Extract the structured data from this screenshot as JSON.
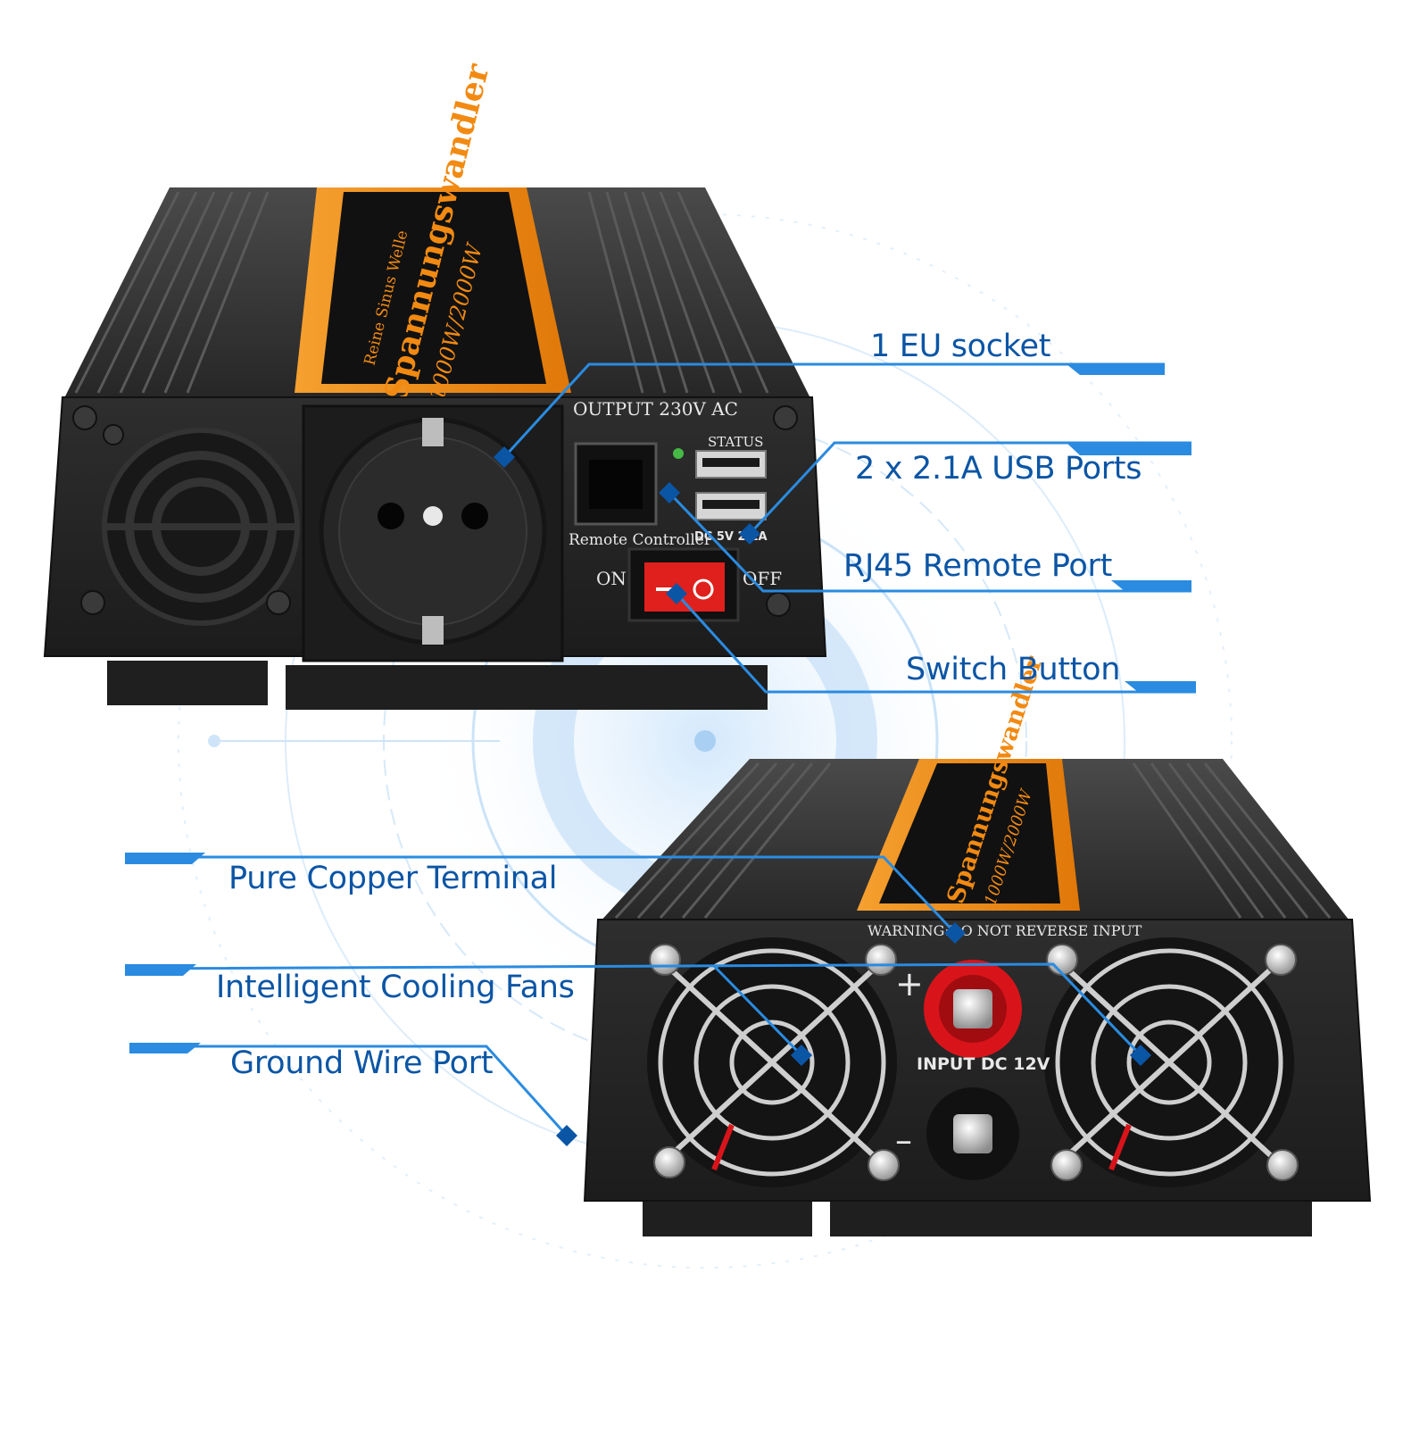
{
  "inverter_front": {
    "label_brand_line": "Reine Sinus Welle",
    "label_product": "Spannungswandler",
    "label_power": "1000W/2000W",
    "output_label": "OUTPUT  230V  AC",
    "status_label": "STATUS",
    "remote_label": "Remote Controller",
    "usb_label": "DC 5V  2.1A",
    "on_label": "ON",
    "off_label": "OFF"
  },
  "inverter_back": {
    "warning_label": "WARNING:DO NOT REVERSE INPUT",
    "input_label": "INPUT DC 12V",
    "plus_sign": "+",
    "minus_sign": "–"
  },
  "callouts": {
    "eu_socket": "1 EU socket",
    "usb_ports": "2 x 2.1A USB Ports",
    "rj45": "RJ45 Remote Port",
    "switch": "Switch Button",
    "copper": "Pure Copper Terminal",
    "fans": "Intelligent Cooling Fans",
    "ground": "Ground Wire Port"
  },
  "colors": {
    "accent_blue": "#0b55a5",
    "line_blue": "#2a8be0",
    "body_dark": "#2a2a2a",
    "label_orange": "#f28a12",
    "switch_red": "#e0201c",
    "terminal_red": "#d8141a"
  }
}
